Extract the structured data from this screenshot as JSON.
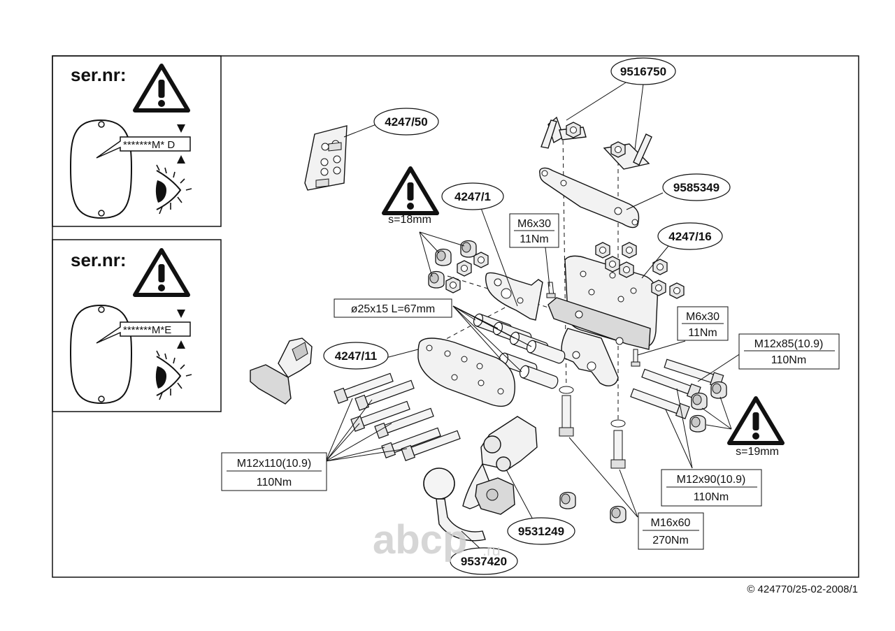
{
  "callouts": {
    "c9516750": "9516750",
    "c424750": "4247/50",
    "c9585349": "9585349",
    "c42471": "4247/1",
    "c424716": "4247/16",
    "c424711": "4247/11",
    "c9531249": "9531249",
    "c9537420": "9537420"
  },
  "specs": {
    "m6x30_a": {
      "size": "M6x30",
      "torque": "11Nm"
    },
    "m6x30_b": {
      "size": "M6x30",
      "torque": "11Nm"
    },
    "m12x85": {
      "size": "M12x85(10.9)",
      "torque": "110Nm"
    },
    "m12x110": {
      "size": "M12x110(10.9)",
      "torque": "110Nm"
    },
    "m12x90": {
      "size": "M12x90(10.9)",
      "torque": "110Nm"
    },
    "m16x60": {
      "size": "M16x60",
      "torque": "270Nm"
    }
  },
  "spacer": "ø25x15 L=67mm",
  "wrench": {
    "s18": "s=18mm",
    "s19": "s=19mm"
  },
  "panels": {
    "top": {
      "label": "ser.nr:",
      "code": "*******M* D"
    },
    "bottom": {
      "label": "ser.nr:",
      "code": "*******M*E"
    }
  },
  "copyright": "© 424770/25-02-2008/1",
  "watermark": {
    "main": "abcp",
    "suffix": ".ru"
  }
}
